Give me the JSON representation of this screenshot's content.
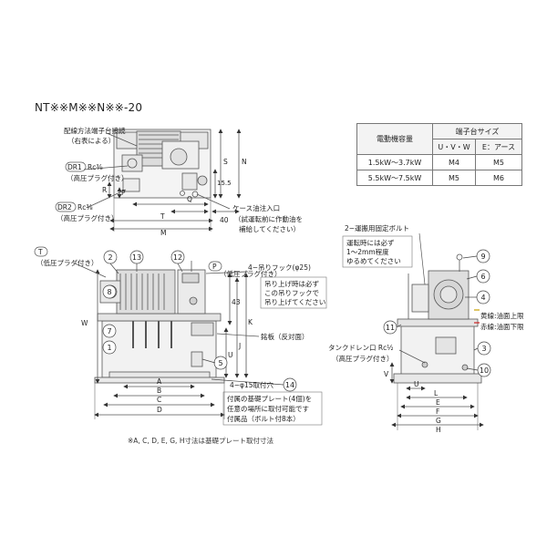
{
  "title": "NT※※M※※N※※-20",
  "footnote": "※A, C, D, E, G, H寸法は基礎プレート取付寸法",
  "spec_table": {
    "header_left": "電動機容量",
    "header_group": "端子台サイズ",
    "col_uvw": "U・V・W",
    "col_earth": "E：アース",
    "rows": [
      {
        "capacity": "1.5kW〜3.7kW",
        "uvw": "M4",
        "earth": "M5"
      },
      {
        "capacity": "5.5kW〜7.5kW",
        "uvw": "M5",
        "earth": "M6"
      }
    ]
  },
  "top_view": {
    "wiring_note_1": "配線方法端子台接続",
    "wiring_note_2": "（右表による）",
    "dr1_label": "DR1",
    "dr1_size": "Rc⅜",
    "dr1_note": "（高圧プラグ付き）",
    "dr2_label": "DR2",
    "dr2_size": "Rc⅜",
    "dr2_note": "（高圧プラグ付き）",
    "case_oil_inlet": "ケース油注入口",
    "trial_note_1": "（試運転前に作動油を",
    "trial_note_2": "補給してください）",
    "dims": {
      "S": "S",
      "N": "N",
      "d155": "15.5",
      "R": "R",
      "Q": "Q",
      "P": "P",
      "T": "T",
      "M": "M",
      "d40": "40"
    }
  },
  "front_view": {
    "T_label": "T",
    "T_note": "（低圧プラグ付き）",
    "P_label": "P",
    "P_note": "（低圧プラグ付き）",
    "hook": "4−吊りフック(φ25)",
    "hook_note_1": "吊り上げ時は必ず",
    "hook_note_2": "この吊りフックで",
    "hook_note_3": "吊り上げてください",
    "nameplate": "銘板（反対面）",
    "holes": "4−φ15取付穴",
    "plate_note_1": "付属の基礎プレート(4個)を",
    "plate_note_2": "任意の場所に取付可能です",
    "plate_note_3": "付属品（ボルト付8本）",
    "balloons": [
      "2",
      "13",
      "12",
      "8",
      "7",
      "1",
      "5",
      "14"
    ],
    "dims": {
      "W": "W",
      "U": "U",
      "K": "K",
      "J": "J",
      "d43": "43",
      "A": "A",
      "B": "B",
      "C": "C",
      "D": "D"
    }
  },
  "side_view": {
    "fix_bolt": "2−運搬用固定ボルト",
    "bolt_note_1": "運転時には必ず",
    "bolt_note_2": "1〜2mm程度",
    "bolt_note_3": "ゆるめてください",
    "yellow_line": "黄線:油面上限",
    "red_line": "赤線:油面下限",
    "drain_label": "タンクドレン口  Rc½",
    "drain_note": "（高圧プラグ付き）",
    "balloons": [
      "9",
      "6",
      "4",
      "11",
      "3",
      "10"
    ],
    "dims": {
      "V": "V",
      "U": "U",
      "E": "E",
      "F": "F",
      "G": "G",
      "H": "H",
      "L": "L"
    }
  }
}
